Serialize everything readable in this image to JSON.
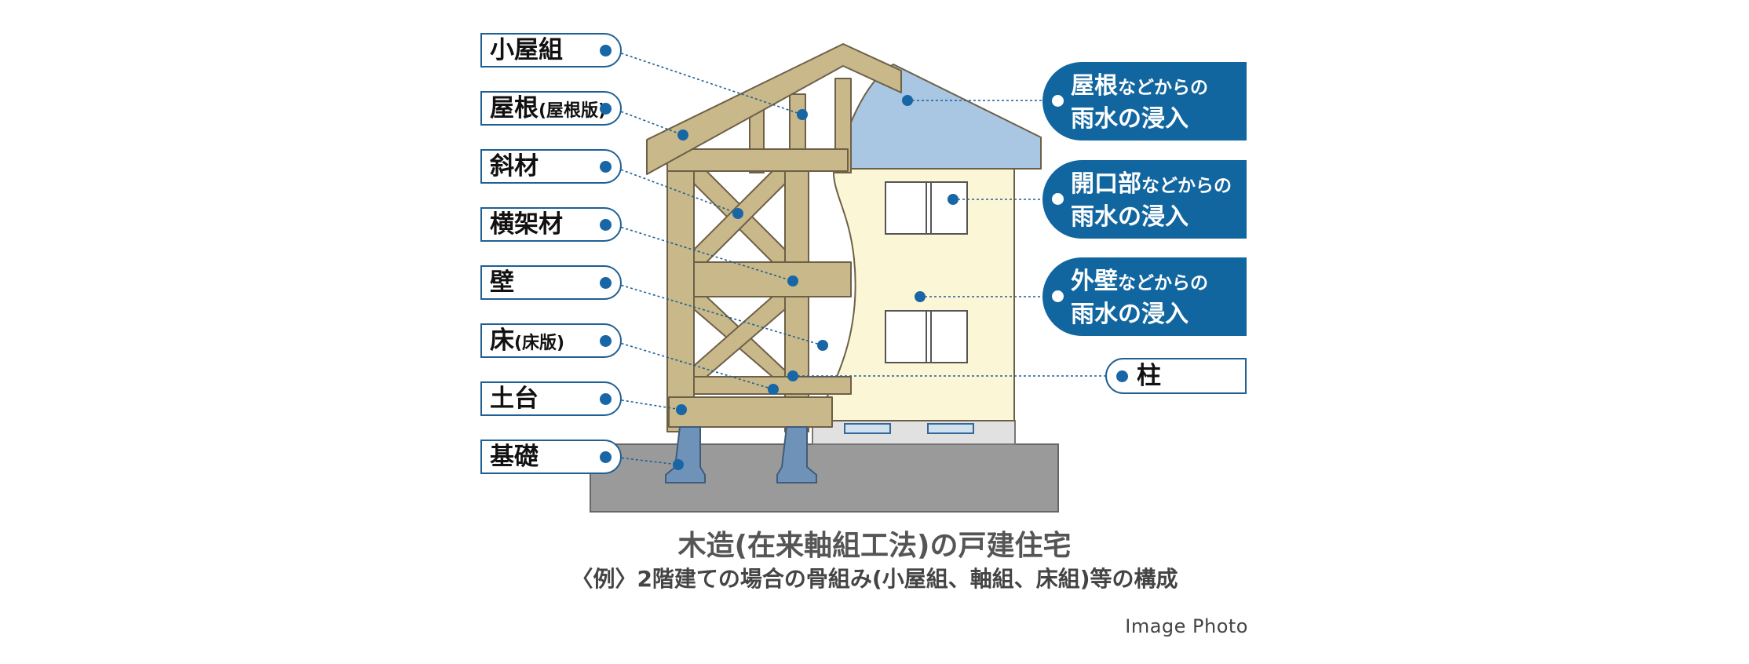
{
  "left_labels": [
    {
      "main": "小屋組",
      "sub": ""
    },
    {
      "main": "屋根",
      "sub": "(屋根版)"
    },
    {
      "main": "斜材",
      "sub": ""
    },
    {
      "main": "横架材",
      "sub": ""
    },
    {
      "main": "壁",
      "sub": ""
    },
    {
      "main": "床",
      "sub": "(床版)"
    },
    {
      "main": "土台",
      "sub": ""
    },
    {
      "main": "基礎",
      "sub": ""
    }
  ],
  "right_boxes": [
    {
      "line1_main": "屋根",
      "line1_rest": "などからの",
      "line2": "雨水の浸入"
    },
    {
      "line1_main": "開口部",
      "line1_rest": "などからの",
      "line2": "雨水の浸入"
    },
    {
      "line1_main": "外壁",
      "line1_rest": "などからの",
      "line2": "雨水の浸入"
    }
  ],
  "right_label": "柱",
  "caption": {
    "title": "木造(在来軸組工法)の戸建住宅",
    "subtitle": "〈例〉2階建ての場合の骨組み(小屋組、軸組、床組)等の構成"
  },
  "image_note": "Image Photo",
  "colors": {
    "frame": "#c8b88a",
    "frame_edge": "#6e6048",
    "roof": "#a9c7e3",
    "wall": "#fbf7d6",
    "foundation": "#6f93b8",
    "ground": "#9a9a9a",
    "accent": "#12669f"
  }
}
